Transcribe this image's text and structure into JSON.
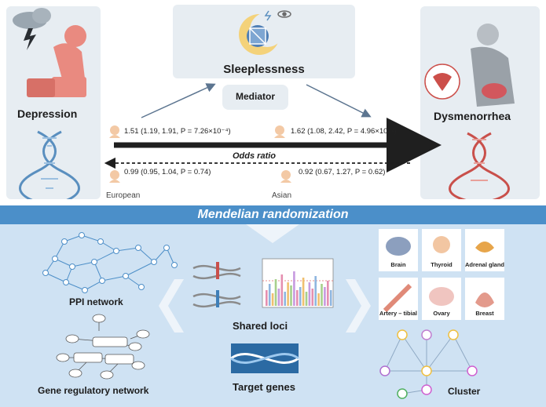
{
  "top": {
    "exposure_label": "Depression",
    "mediator_label": "Sleeplessness",
    "mediator_box": "Mediator",
    "outcome_label": "Dysmenorrhea",
    "odds_ratio_label": "Odds ratio",
    "stats": {
      "europe_forward": "1.51 (1.19, 1.91, P = 7.26×10⁻⁴)",
      "asia_forward": "1.62 (1.08, 2.42, P = 4.96×10⁻²)",
      "europe_reverse": "0.99 (0.95, 1.04, P = 0.74)",
      "asia_reverse": "0.92 (0.67, 1.27, P = 0.62)"
    },
    "population_european": "European",
    "population_asian": "Asian"
  },
  "band": {
    "title": "Mendelian randomization"
  },
  "bottom": {
    "ppi_label": "PPI network",
    "grn_label": "Gene regulatory network",
    "shared_loci_label": "Shared loci",
    "target_genes_label": "Target genes",
    "cluster_label": "Cluster",
    "tissues": [
      "Brain",
      "Thyroid",
      "Adrenal gland",
      "Artery – tibial",
      "Ovary",
      "Breast"
    ]
  },
  "colors": {
    "band": "#4b8fc9",
    "lower_bg": "#cfe2f3",
    "arrow": "#1f1f1f",
    "dna_red": "#c9504b",
    "dna_blue": "#3f7fb8"
  }
}
